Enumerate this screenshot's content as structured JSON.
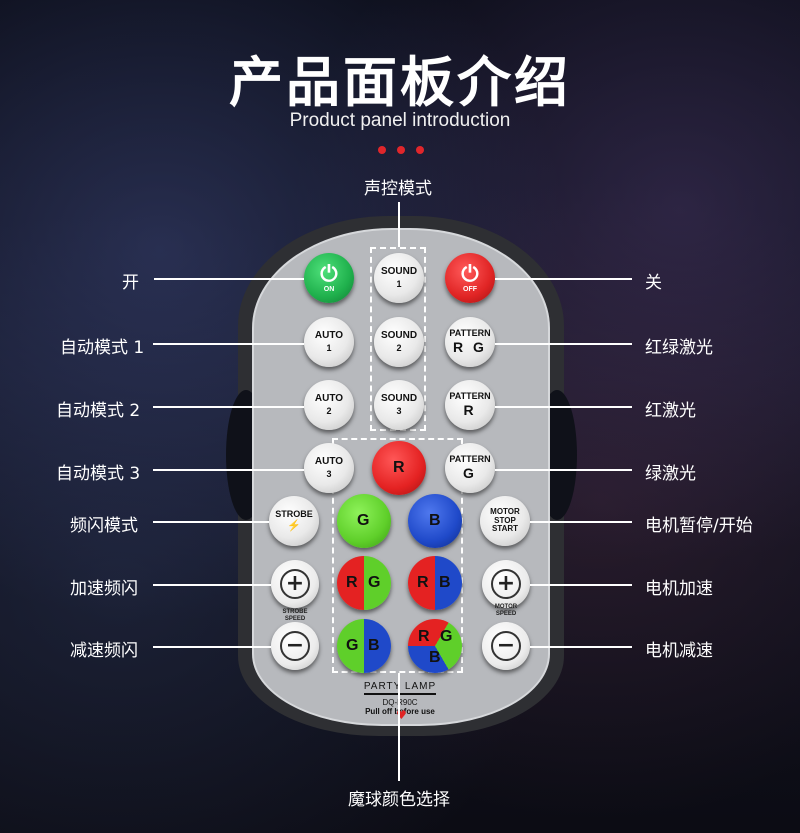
{
  "header": {
    "title": "产品面板介绍",
    "subtitle": "Product panel introduction"
  },
  "callouts": {
    "sound_mode": "声控模式",
    "on": "开",
    "off": "关",
    "auto1": "自动模式 1",
    "auto2": "自动模式 2",
    "auto3": "自动模式 3",
    "strobe": "频闪模式",
    "speed_up": "加速频闪",
    "speed_down": "减速频闪",
    "pattern_rg": "红绿激光",
    "pattern_r": "红激光",
    "pattern_g": "绿激光",
    "motor": "电机暂停/开始",
    "motor_up": "电机加速",
    "motor_down": "电机减速",
    "ball_color": "魔球颜色选择"
  },
  "remote": {
    "on_label": "ON",
    "off_label": "OFF",
    "sound": [
      "SOUND",
      "1",
      "SOUND",
      "2",
      "SOUND",
      "3"
    ],
    "auto": [
      "AUTO",
      "1",
      "AUTO",
      "2",
      "AUTO",
      "3"
    ],
    "pattern": [
      "PATTERN",
      "R G",
      "PATTERN",
      "R",
      "PATTERN",
      "G"
    ],
    "strobe": "STROBE",
    "strobe_sub": "⚡",
    "motor_lines": [
      "MOTOR",
      "STOP",
      "START"
    ],
    "r": "R",
    "g": "G",
    "b": "B",
    "plus": "+",
    "minus": "−",
    "strobe_speed": [
      "STROBE",
      "SPEED"
    ],
    "motor_speed": [
      "MOTOR",
      "SPEED"
    ],
    "brand": "PARTY LAMP",
    "model": "DQ-R90C",
    "note": "Pull off before use"
  },
  "colors": {
    "accent_red": "#e0262b",
    "on_green": "#1fb04c",
    "off_red": "#e02424",
    "green": "#6ad12a",
    "blue": "#1f49c9",
    "red": "#e42222"
  }
}
